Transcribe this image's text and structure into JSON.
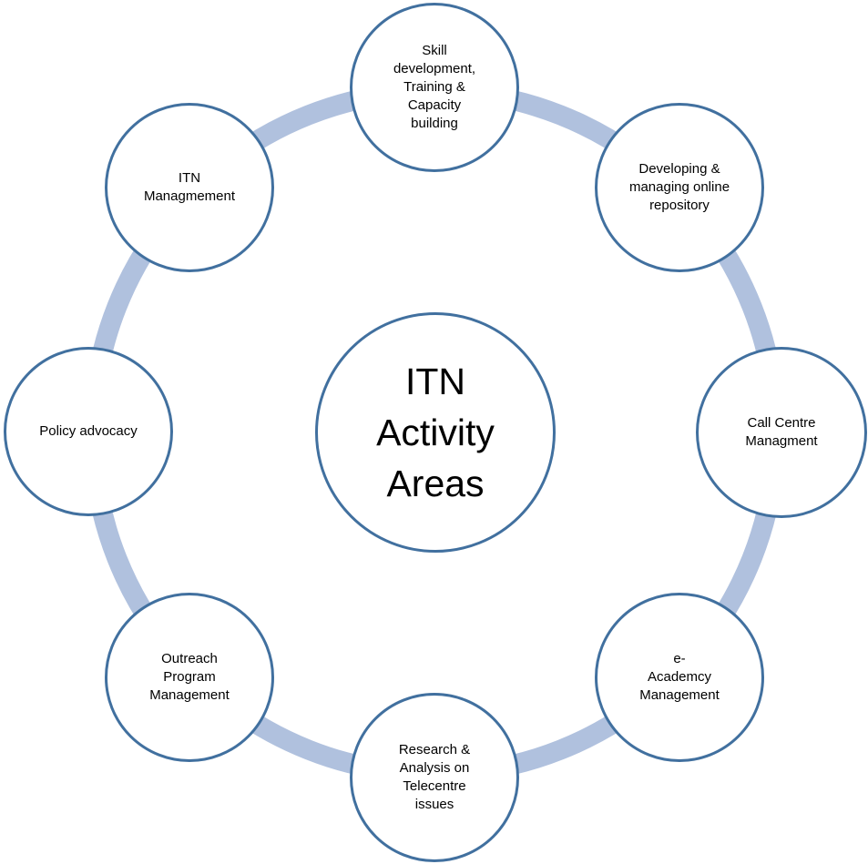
{
  "diagram": {
    "center": {
      "label": "ITN\nActivity\nAreas"
    },
    "nodes": [
      {
        "key": "skill-development",
        "label": "Skill\ndevelopment,\nTraining &\nCapacity\nbuilding"
      },
      {
        "key": "online-repository",
        "label": "Developing &\nmanaging online\nrepository"
      },
      {
        "key": "call-centre",
        "label": "Call Centre\nManagment"
      },
      {
        "key": "e-academy",
        "label": "e-\nAcademcy\nManagement"
      },
      {
        "key": "research-analysis",
        "label": "Research &\nAnalysis on\nTelecentre\nissues"
      },
      {
        "key": "outreach-program",
        "label": "Outreach\nProgram\nManagement"
      },
      {
        "key": "policy-advocacy",
        "label": "Policy advocacy"
      },
      {
        "key": "itn-management",
        "label": "ITN\nManagmement"
      }
    ],
    "colors": {
      "ring": "#b0c1de",
      "node_border": "#41709f",
      "node_fill": "#ffffff",
      "text": "#000000"
    }
  }
}
